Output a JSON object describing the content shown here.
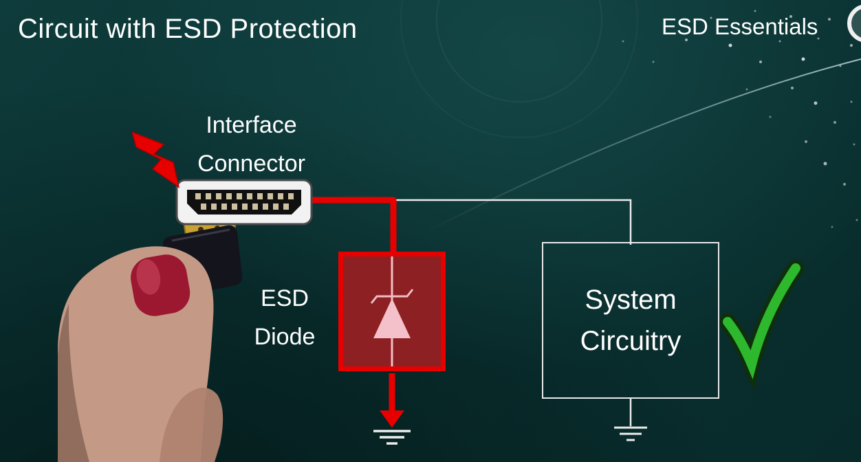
{
  "page": {
    "title": "Circuit with ESD Protection",
    "brand": "ESD Essentials"
  },
  "labels": {
    "connector": {
      "line1": "Interface",
      "line2": "Connector"
    },
    "diode": {
      "line1": "ESD",
      "line2": "Diode"
    },
    "system": {
      "line1": "System",
      "line2": "Circuitry"
    }
  },
  "icons": {
    "esd_strike": "lightning-bolt",
    "pass_check": "checkmark",
    "ground": "earth-ground",
    "connector": "hdmi-connector"
  },
  "colors": {
    "background": "#0a3232",
    "text": "#ffffff",
    "esd_red": "#e60000",
    "diode_fill": "#8c2022",
    "diode_symbol": "#f2bcc6",
    "wire_white": "#ececec",
    "check_green": "#2eb82e"
  }
}
